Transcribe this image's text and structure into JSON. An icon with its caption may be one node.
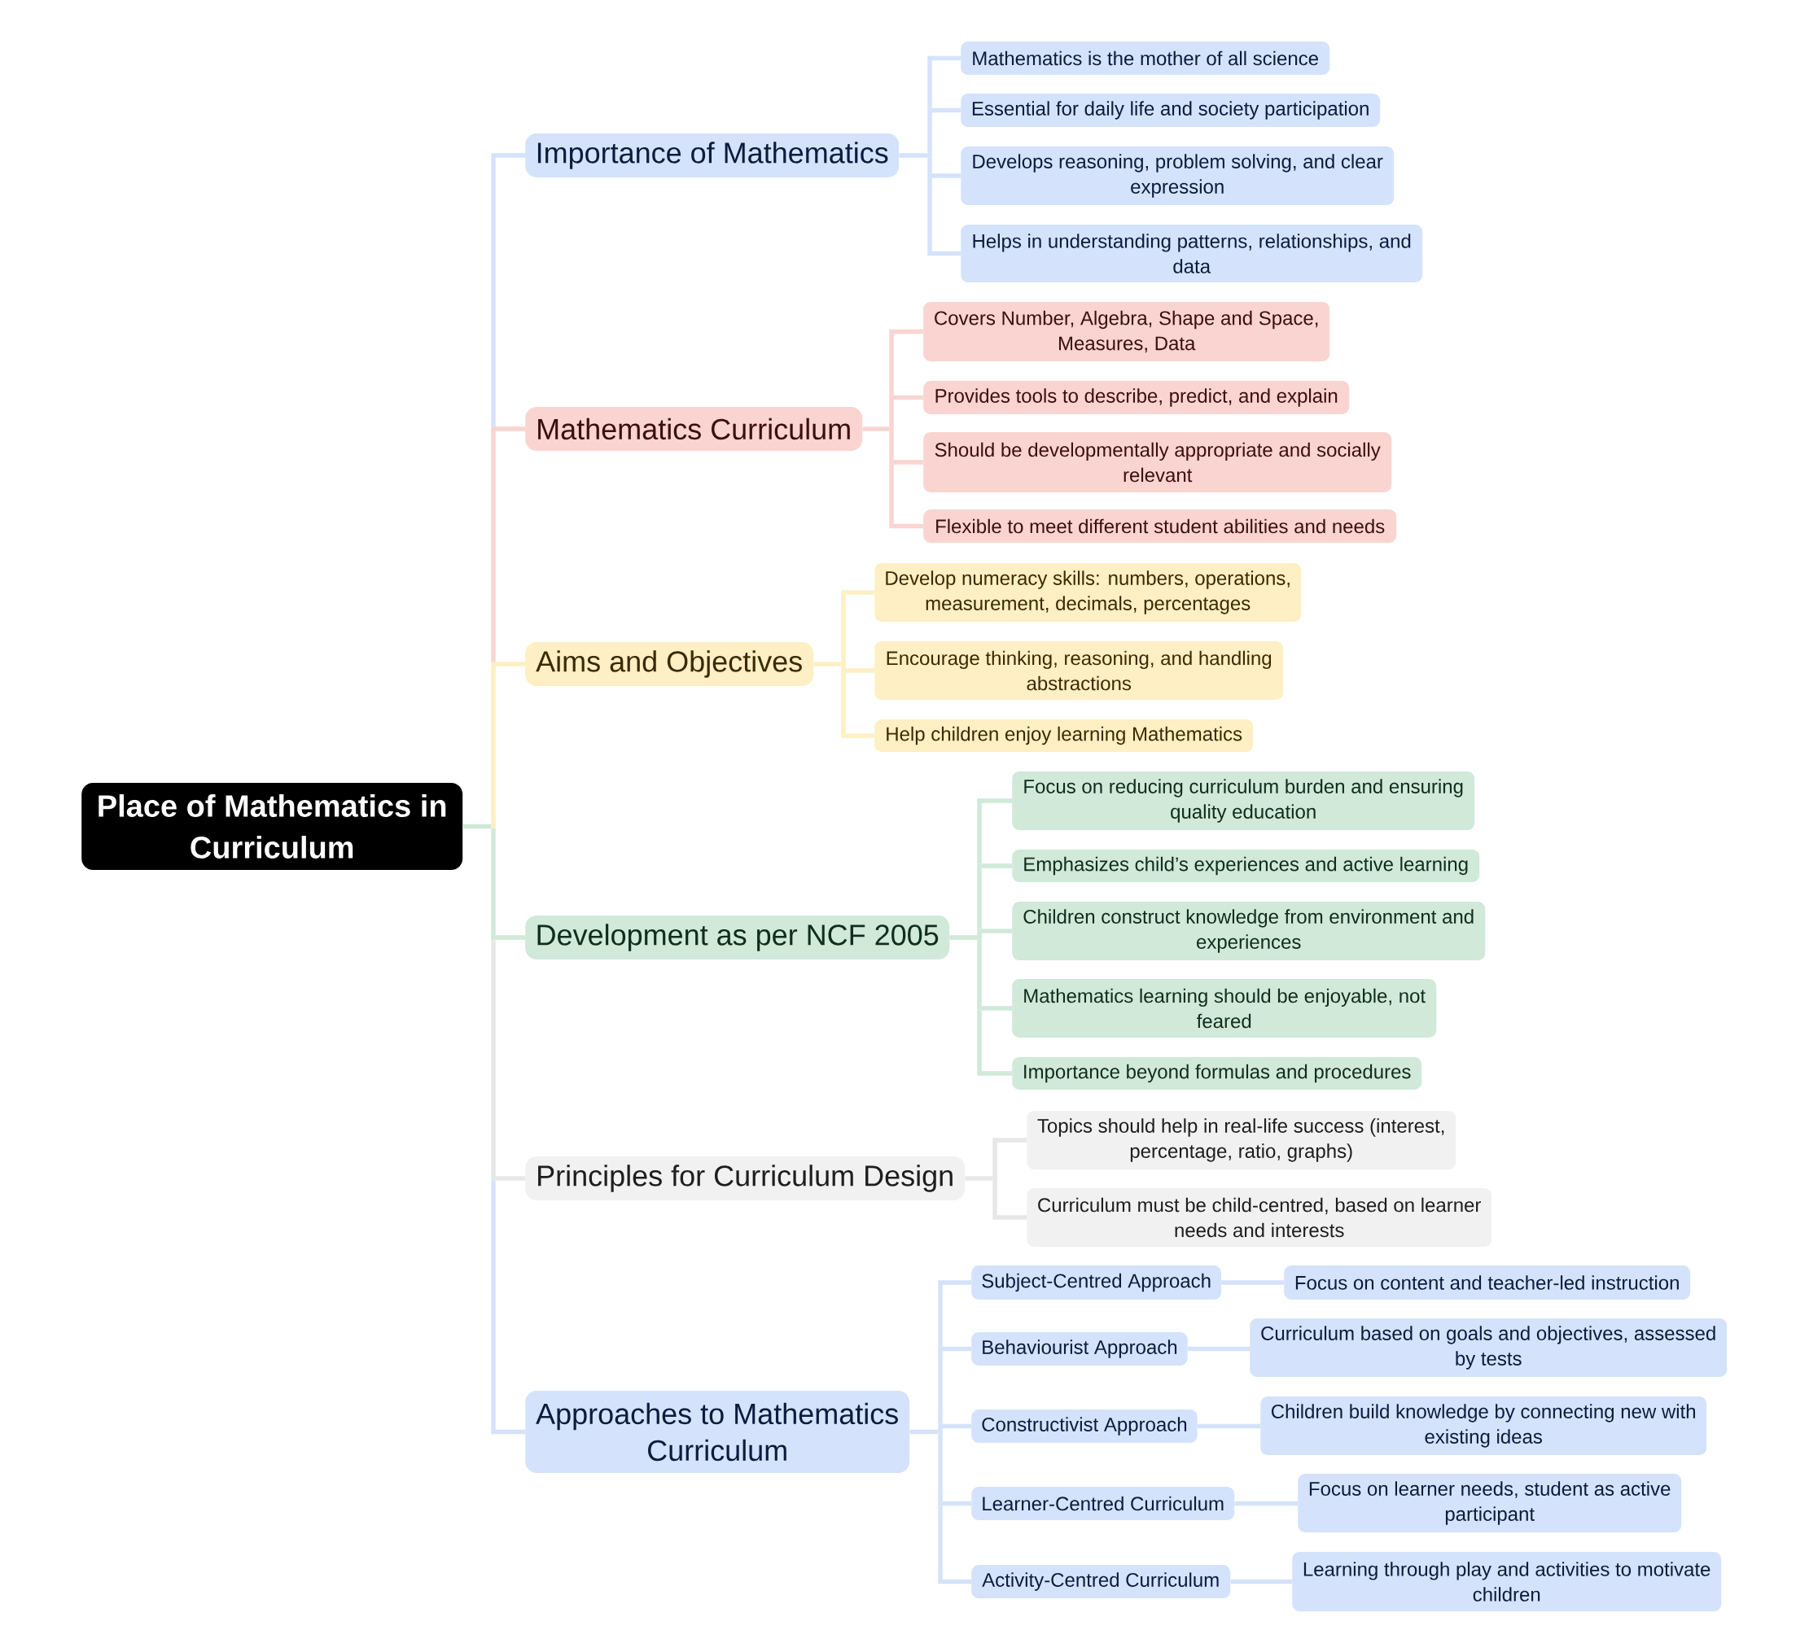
{
  "diagram": {
    "nodes": [
      {
        "text": [
          "Place of Mathematics in Curriculum"
        ]
      },
      {
        "text": [
          "Importance of Mathematics"
        ]
      },
      {
        "text": [
          "Mathematics is the mother of all science"
        ]
      },
      {
        "text": [
          "Essential for daily life and society participation"
        ]
      },
      {
        "text": [
          "Develops reasoning, problem solving, and clear expression"
        ]
      },
      {
        "text": [
          "Helps in understanding patterns, relationships, and data"
        ]
      },
      {
        "text": [
          "Mathematics Curriculum"
        ]
      },
      {
        "text": [
          "Covers Number, Algebra, Shape and Space, Measures, Data"
        ]
      },
      {
        "text": [
          "Provides tools to describe, predict, and explain"
        ]
      },
      {
        "text": [
          "Should be developmentally appropriate and socially relevant"
        ]
      },
      {
        "text": [
          "Flexible to meet different student abilities and needs"
        ]
      },
      {
        "text": [
          "Aims and Objectives"
        ]
      },
      {
        "text": [
          "Develop numeracy skills: numbers, operations, measurement, decimals, percentages"
        ]
      },
      {
        "text": [
          "Encourage thinking, reasoning, and handling abstractions"
        ]
      },
      {
        "text": [
          "Help children enjoy learning Mathematics"
        ]
      },
      {
        "text": [
          "Development as per NCF 2005"
        ]
      },
      {
        "text": [
          "Focus on reducing curriculum burden and ensuring quality education"
        ]
      },
      {
        "text": [
          "Emphasizes child’s experiences and active learning"
        ]
      },
      {
        "text": [
          "Children construct knowledge from environment and experiences"
        ]
      },
      {
        "text": [
          "Mathematics learning should be enjoyable, not feared"
        ]
      },
      {
        "text": [
          "Importance beyond formulas and procedures"
        ]
      },
      {
        "text": [
          "Principles for Curriculum Design"
        ]
      },
      {
        "text": [
          "Topics should help in real-life success (interest, percentage, ratio, graphs)"
        ]
      },
      {
        "text": [
          "Curriculum must be child-centred, based on learner needs and interests"
        ]
      },
      {
        "text": [
          "Approaches to Mathematics Curriculum"
        ]
      },
      {
        "text": [
          "Subject-Centred Approach"
        ]
      },
      {
        "text": [
          "Focus on content and teacher-led instruction"
        ]
      },
      {
        "text": [
          "Behaviourist Approach"
        ]
      },
      {
        "text": [
          "Curriculum based on goals and objectives, assessed by tests"
        ]
      },
      {
        "text": [
          "Constructivist Approach"
        ]
      },
      {
        "text": [
          "Children build knowledge by connecting new with existing ideas"
        ]
      },
      {
        "text": [
          "Learner-Centred Curriculum"
        ]
      },
      {
        "text": [
          "Focus on learner needs, student as active participant"
        ]
      },
      {
        "text": [
          "Activity-Centred Curriculum"
        ]
      },
      {
        "text": [
          "Learning through play and activities to motivate children"
        ]
      }
    ],
    "edges": [
      {
        "from": 0,
        "to": 1,
        "arrow": "none"
      },
      {
        "from": 0,
        "to": 6,
        "arrow": "none",
        "color": "#fad4d0"
      },
      {
        "from": 0,
        "to": 11,
        "arrow": "none",
        "color": "#feefc4"
      },
      {
        "from": 0,
        "to": 15,
        "arrow": "none",
        "color": "#d0e9d9"
      },
      {
        "from": 0,
        "to": 21,
        "arrow": "none",
        "color": "#e6e7e6"
      },
      {
        "from": 0,
        "to": 24,
        "arrow": "none"
      },
      {
        "from": 1,
        "to": 2,
        "arrow": "none"
      },
      {
        "from": 1,
        "to": 3,
        "arrow": "none"
      },
      {
        "from": 1,
        "to": 4,
        "arrow": "none"
      },
      {
        "from": 1,
        "to": 5,
        "arrow": "none"
      },
      {
        "from": 6,
        "to": 7,
        "arrow": "none",
        "color": "#fad4d0"
      },
      {
        "from": 6,
        "to": 8,
        "arrow": "none",
        "color": "#fad4d0"
      },
      {
        "from": 6,
        "to": 9,
        "arrow": "none",
        "color": "#fad4d0"
      },
      {
        "from": 6,
        "to": 10,
        "arrow": "none",
        "color": "#fad4d0"
      },
      {
        "from": 11,
        "to": 12,
        "arrow": "none",
        "color": "#feefc4"
      },
      {
        "from": 11,
        "to": 13,
        "arrow": "none",
        "color": "#feefc4"
      },
      {
        "from": 11,
        "to": 14,
        "arrow": "none",
        "color": "#feefc4"
      },
      {
        "from": 15,
        "to": 16,
        "arrow": "none",
        "color": "#d0e9d9"
      },
      {
        "from": 15,
        "to": 17,
        "arrow": "none",
        "color": "#d0e9d9"
      },
      {
        "from": 15,
        "to": 18,
        "arrow": "none",
        "color": "#d0e9d9"
      },
      {
        "from": 15,
        "to": 19,
        "arrow": "none",
        "color": "#d0e9d9"
      },
      {
        "from": 15,
        "to": 20,
        "arrow": "none",
        "color": "#d0e9d9"
      },
      {
        "from": 21,
        "to": 22,
        "arrow": "none",
        "color": "#e6e7e6"
      },
      {
        "from": 21,
        "to": 23,
        "arrow": "none",
        "color": "#e6e7e6"
      },
      {
        "from": 24,
        "to": 25,
        "arrow": "none"
      },
      {
        "from": 24,
        "to": 27,
        "arrow": "none"
      },
      {
        "from": 24,
        "to": 29,
        "arrow": "none"
      },
      {
        "from": 24,
        "to": 31,
        "arrow": "none"
      },
      {
        "from": 24,
        "to": 33,
        "arrow": "none"
      },
      {
        "from": 25,
        "to": 26,
        "arrow": "none"
      },
      {
        "from": 27,
        "to": 28,
        "arrow": "none"
      },
      {
        "from": 29,
        "to": 30,
        "arrow": "none"
      },
      {
        "from": 31,
        "to": 32,
        "arrow": "none"
      },
      {
        "from": 33,
        "to": 34,
        "arrow": "none"
      }
    ]
  }
}
